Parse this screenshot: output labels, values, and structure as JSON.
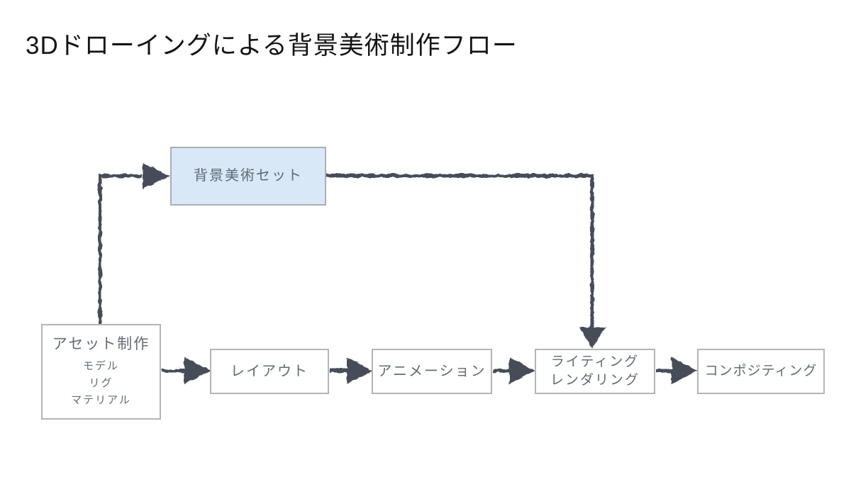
{
  "title": "3Dドローイングによる背景美術制作フロー",
  "nodes": {
    "bg_art_set": {
      "label": "背景美術セット"
    },
    "asset": {
      "title": "アセット制作",
      "items": [
        "モデル",
        "リグ",
        "マテリアル"
      ]
    },
    "layout": {
      "label": "レイアウト"
    },
    "animation": {
      "label": "アニメーション"
    },
    "lighting": {
      "lines": [
        "ライティング",
        "レンダリング"
      ]
    },
    "compositing": {
      "label": "コンポジティング"
    }
  },
  "connections": [
    {
      "from": "asset",
      "to": "bg_art_set"
    },
    {
      "from": "bg_art_set",
      "to": "lighting"
    },
    {
      "from": "asset",
      "to": "layout"
    },
    {
      "from": "layout",
      "to": "animation"
    },
    {
      "from": "animation",
      "to": "lighting"
    },
    {
      "from": "lighting",
      "to": "compositing"
    }
  ],
  "colors": {
    "arrow": "#474e59",
    "node_border": "#b5b5b5",
    "node_text": "#626c76",
    "highlight_fill": "#d9e8f7",
    "highlight_border": "#a7aeb5",
    "highlight_text": "#5e6a77",
    "title_text": "#141414",
    "background": "#ffffff"
  }
}
